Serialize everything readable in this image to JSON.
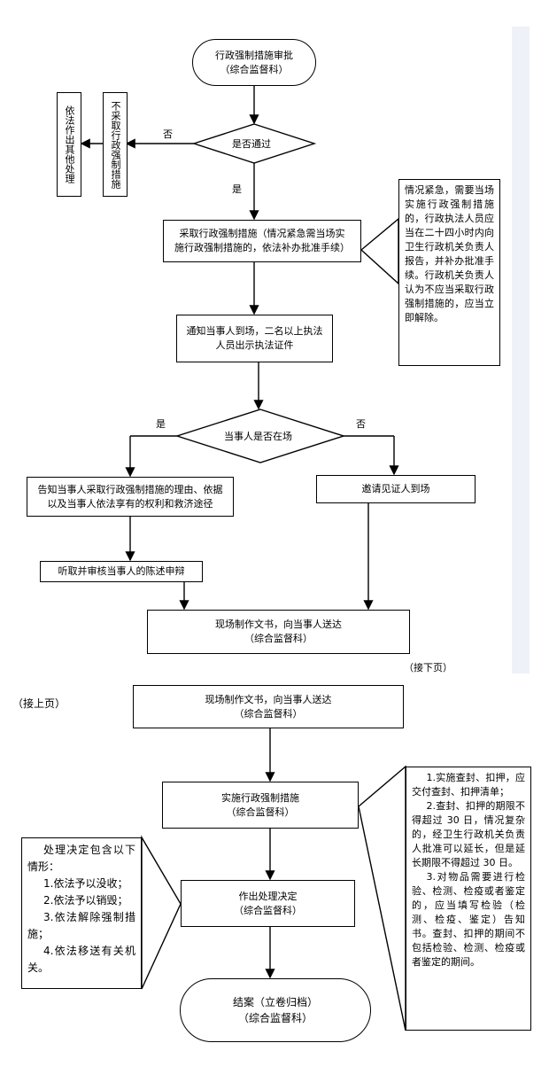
{
  "page1": {
    "start": [
      "行政强制措施审批",
      "（综合监督科）"
    ],
    "decision1": "是否通过",
    "no1": "否",
    "yes1": "是",
    "not_take": "不采取行政强制措施",
    "other_handle": "依法作出其他处理",
    "take": [
      "采取行政强制措施（情况紧急需当场实",
      "施行政强制措施的，依法补办批准手续）"
    ],
    "emergency_note": "情况紧急，需要当场实施行政强制措施的，行政执法人员应当在二十四小时内向卫生行政机关负责人报告，并补办批准手续。行政机关负责人认为不应当采取行政强制措施的，应当立即解除。",
    "notify": [
      "通知当事人到场，二名以上执法",
      "人员出示执法证件"
    ],
    "decision2": "当事人是否在场",
    "yes2": "是",
    "no2": "否",
    "inform": [
      "告知当事人采取行政强制措施的理由、依据",
      "以及当事人依法享有的权利和救济途径"
    ],
    "invite": "邀请见证人到场",
    "listen": "听取并审核当事人的陈述申辩",
    "make_doc": [
      "现场制作文书，向当事人送达",
      "（综合监督科）"
    ],
    "continued": "（接下页）"
  },
  "page2": {
    "from_prev": "（接上页）",
    "make_doc": [
      "现场制作文书，向当事人送达",
      "（综合监督科）"
    ],
    "implement": [
      "实施行政强制措施",
      "（综合监督科）"
    ],
    "implement_notes": [
      "1.实施查封、扣押，应交付查封、扣押清单；",
      "2.查封、扣押的期限不得超过 30 日，情况复杂的，经卫生行政机关负责人批准可以延长，但是延长期限不得超过 30 日。",
      "3.对物品需要进行检验、检测、检疫或者鉴定的，应当填写检验（检测、检疫、鉴定）告知书。查封、扣押的期间不包括检验、检测、检疫或者鉴定的期间。"
    ],
    "decision_notes_title": "处理决定包含以下情形：",
    "decision_notes": [
      "1.依法予以没收；",
      "2.依法予以销毁；",
      "3.依法解除强制措施；",
      "4.依法移送有关机关。"
    ],
    "decide": [
      "作出处理决定",
      "（综合监督科）"
    ],
    "end": [
      "结案（立卷归档）",
      "（综合监督科）"
    ]
  }
}
